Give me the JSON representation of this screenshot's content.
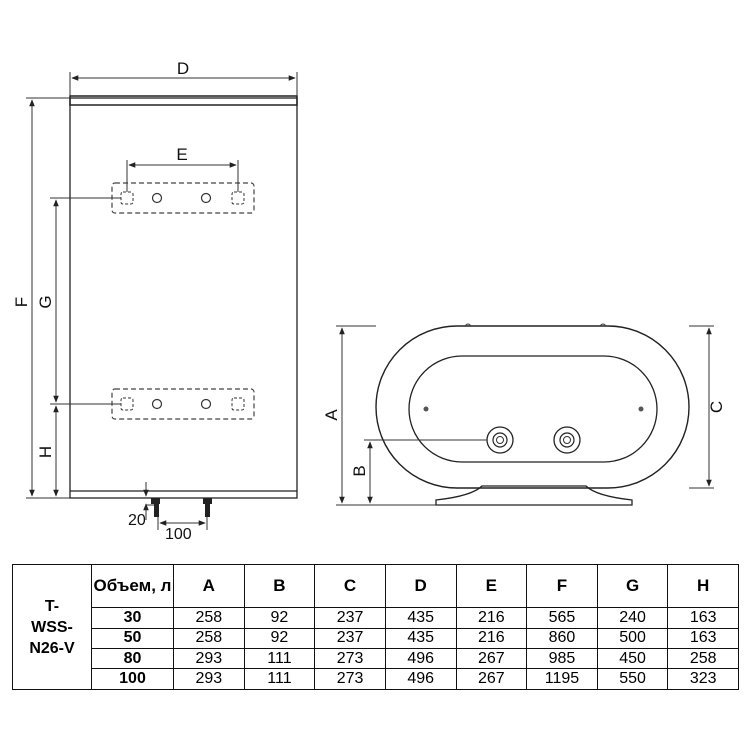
{
  "drawing": {
    "front_view": {
      "dim_labels": {
        "D": "D",
        "E": "E",
        "F": "F",
        "G": "G",
        "H": "H",
        "pipe_offset": "20",
        "pipe_spacing": "100"
      }
    },
    "side_view": {
      "dim_labels": {
        "A": "A",
        "B": "B",
        "C": "C"
      }
    }
  },
  "table": {
    "model": [
      "T-",
      "WSS-",
      "N26-V"
    ],
    "volume_header": "Объем, л",
    "columns": [
      "A",
      "B",
      "C",
      "D",
      "E",
      "F",
      "G",
      "H"
    ],
    "rows": [
      {
        "volume": "30",
        "values": [
          "258",
          "92",
          "237",
          "435",
          "216",
          "565",
          "240",
          "163"
        ]
      },
      {
        "volume": "50",
        "values": [
          "258",
          "92",
          "237",
          "435",
          "216",
          "860",
          "500",
          "163"
        ]
      },
      {
        "volume": "80",
        "values": [
          "293",
          "111",
          "273",
          "496",
          "267",
          "985",
          "450",
          "258"
        ]
      },
      {
        "volume": "100",
        "values": [
          "293",
          "111",
          "273",
          "496",
          "267",
          "1195",
          "550",
          "323"
        ]
      }
    ]
  }
}
